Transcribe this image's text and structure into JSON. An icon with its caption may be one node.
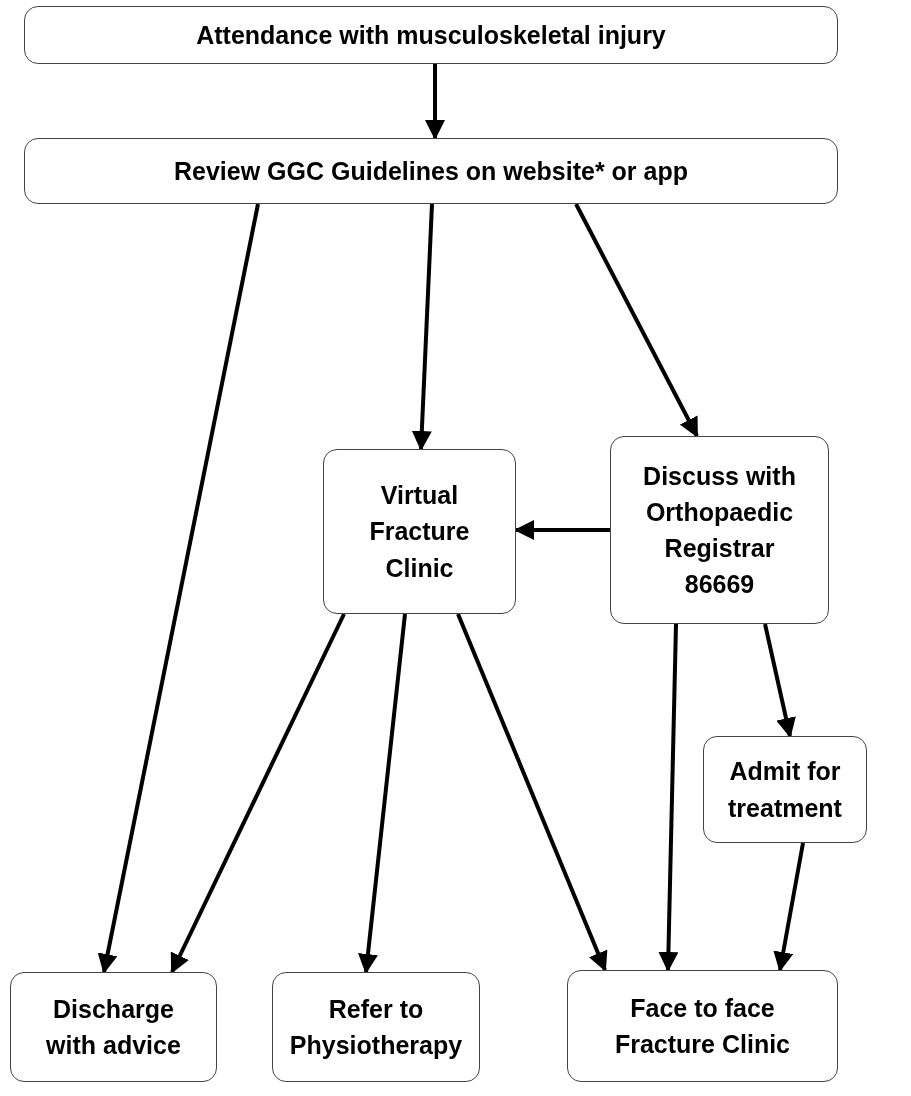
{
  "diagram": {
    "nodes": [
      {
        "text": [
          "Attendance with musculoskeletal injury"
        ]
      },
      {
        "text": [
          "Review GGC Guidelines on website* or app"
        ]
      },
      {
        "text": [
          "Virtual Fracture Clinic"
        ]
      },
      {
        "text": [
          "Discuss with Orthopaedic Registrar 86669"
        ]
      },
      {
        "text": [
          "Admit for treatment"
        ]
      },
      {
        "text": [
          "Discharge with advice"
        ]
      },
      {
        "text": [
          "Refer to Physiotherapy"
        ]
      },
      {
        "text": [
          "Face to face Fracture Clinic"
        ]
      }
    ],
    "edges": [
      {
        "from": 0,
        "to": 1,
        "arrow": "to"
      },
      {
        "from": 1,
        "to": 5,
        "arrow": "to"
      },
      {
        "from": 1,
        "to": 2,
        "arrow": "to"
      },
      {
        "from": 1,
        "to": 3,
        "arrow": "to"
      },
      {
        "from": 3,
        "to": 2,
        "arrow": "to"
      },
      {
        "from": 2,
        "to": 5,
        "arrow": "to"
      },
      {
        "from": 2,
        "to": 6,
        "arrow": "to"
      },
      {
        "from": 2,
        "to": 7,
        "arrow": "to"
      },
      {
        "from": 3,
        "to": 7,
        "arrow": "to"
      },
      {
        "from": 3,
        "to": 4,
        "arrow": "to"
      },
      {
        "from": 4,
        "to": 7,
        "arrow": "to"
      }
    ]
  }
}
